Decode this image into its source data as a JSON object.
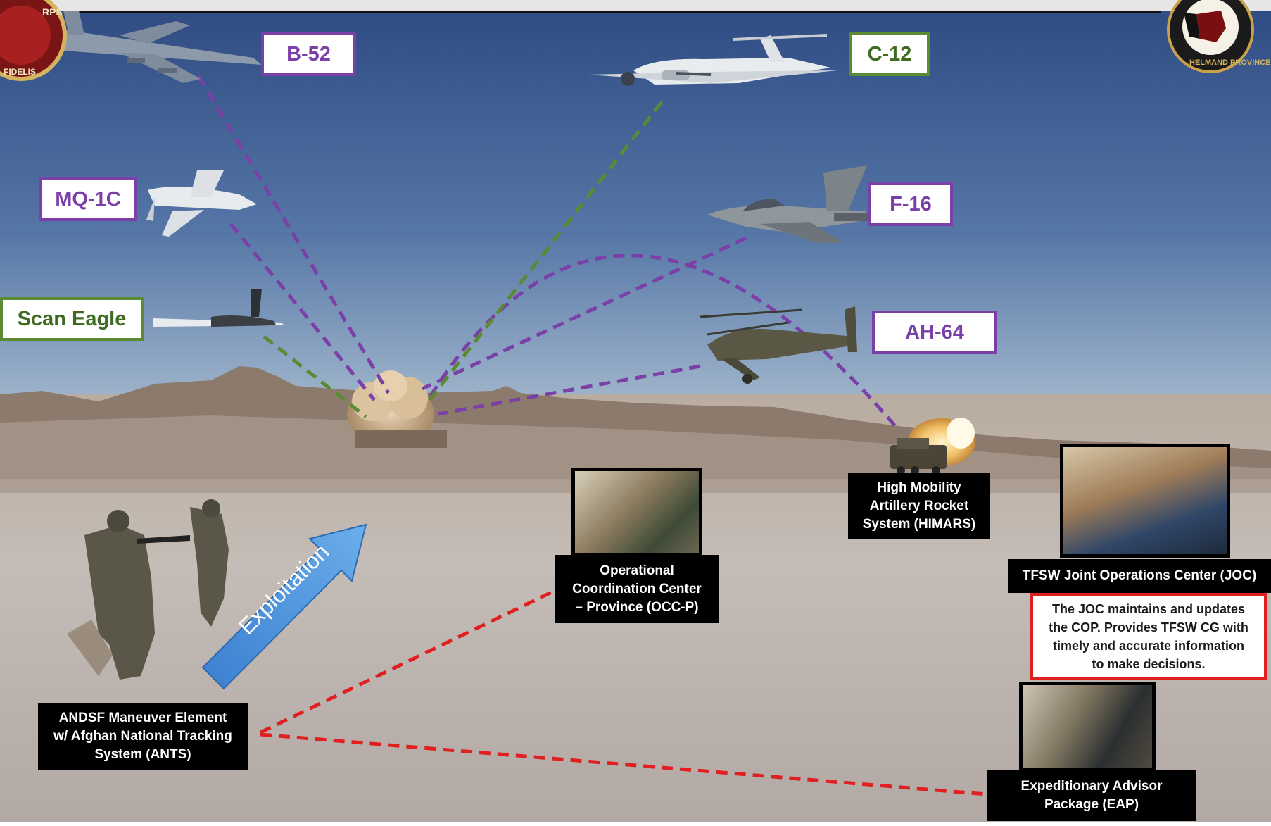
{
  "platforms": {
    "b52": "B-52",
    "c12": "C-12",
    "mq1c": "MQ-1C",
    "f16": "F-16",
    "scan_eagle": "Scan Eagle",
    "ah64": "AH-64"
  },
  "nodes": {
    "himars": [
      "High Mobility",
      "Artillery Rocket",
      "System (HIMARS)"
    ],
    "occ": [
      "Operational",
      "Coordination Center",
      "– Province  (OCC-P)"
    ],
    "joc": "TFSW Joint Operations Center (JOC)",
    "joc_note": [
      "The JOC maintains and updates",
      "the COP. Provides TFSW CG with",
      "timely and accurate information",
      "to make decisions."
    ],
    "andsf": [
      "ANDSF Maneuver Element",
      "w/ Afghan National Tracking",
      "System (ANTS)"
    ],
    "eap": [
      "Expeditionary Advisor",
      "Package (EAP)"
    ]
  },
  "arrow_label": "Exploitation",
  "badge_left": {
    "text_top": "RPS",
    "text_bottom": "FIDELIS"
  },
  "badge_right": {
    "text": "HELMAND PROVINCE"
  },
  "colors": {
    "sky_top": "#2f4f86",
    "sky_horizon": "#9fb6cc",
    "ground": "#b5aca4",
    "purple": "#7b3fa8",
    "green": "#5b8a34",
    "red": "#e02020",
    "arrow": "#4a90d9"
  }
}
